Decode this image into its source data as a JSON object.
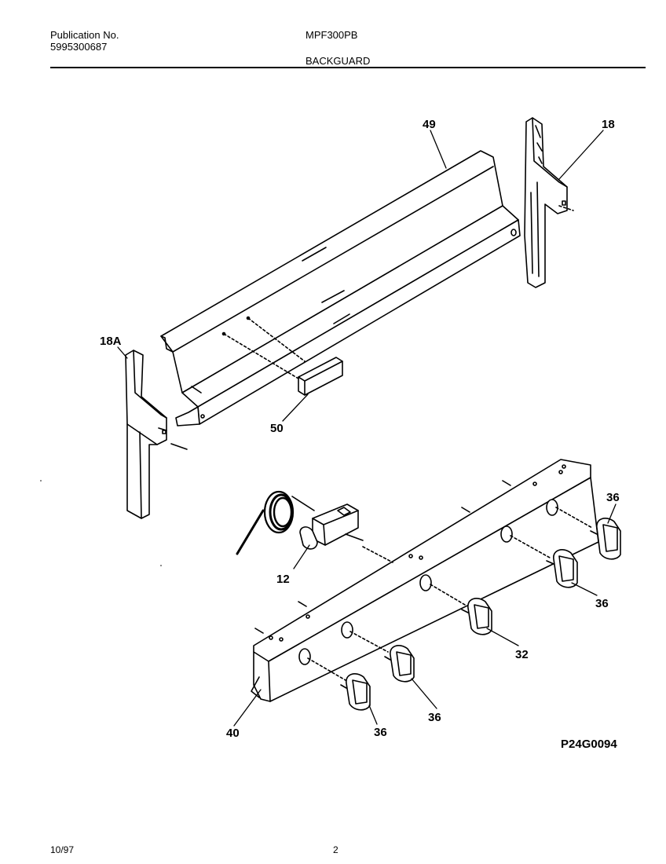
{
  "header": {
    "publication_label": "Publication No.",
    "publication_number": "5995300687",
    "model": "MPF300PB",
    "section": "BACKGUARD"
  },
  "callouts": {
    "c49": "49",
    "c18": "18",
    "c18a": "18A",
    "c50": "50",
    "c12": "12",
    "c36_a": "36",
    "c36_b": "36",
    "c32": "32",
    "c36_c": "36",
    "c36_d": "36",
    "c40": "40"
  },
  "diagram_code": "P24G0094",
  "footer": {
    "date": "10/97",
    "page": "2"
  }
}
